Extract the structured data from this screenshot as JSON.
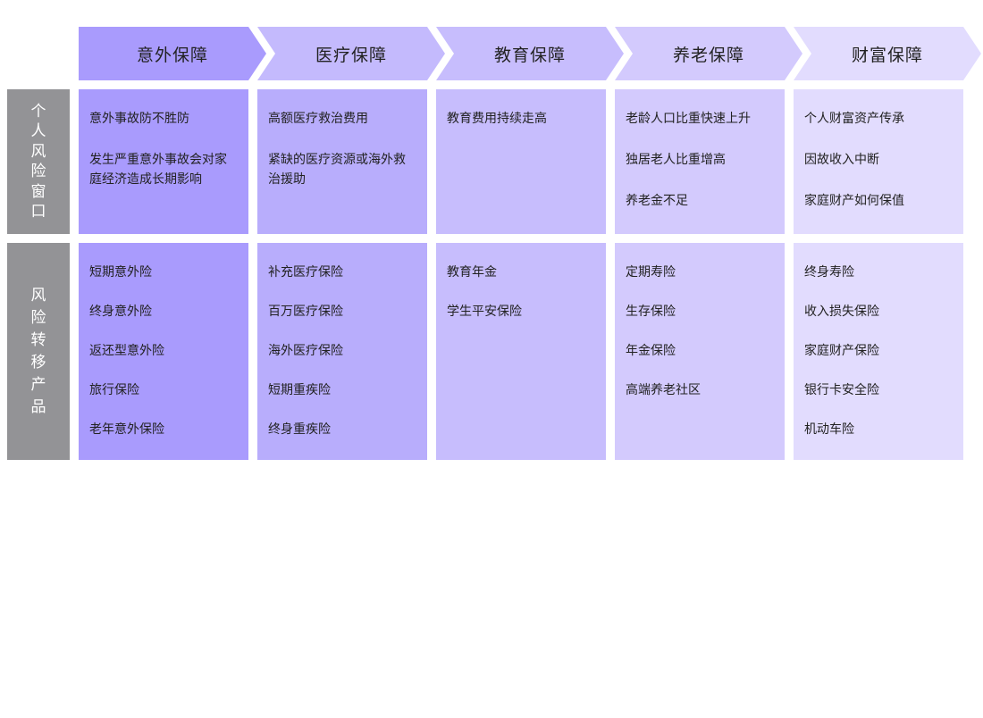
{
  "colors": {
    "col1": "#a99bfd",
    "col2": "#b8adfc",
    "col3": "#c7bdfd",
    "col4": "#d3cafd",
    "col5": "#e2dcfe",
    "label_bg": "#939396"
  },
  "header": {
    "columns": [
      {
        "label": "意外保障"
      },
      {
        "label": "医疗保障"
      },
      {
        "label": "教育保障"
      },
      {
        "label": "养老保障"
      },
      {
        "label": "财富保障"
      }
    ]
  },
  "rows": [
    {
      "label": "个人风险窗口",
      "label_chars": [
        "个",
        "人",
        "风",
        "险",
        "窗",
        "口"
      ],
      "cells": [
        {
          "items": [
            "意外事故防不胜防",
            "发生严重意外事故会对家庭经济造成长期影响"
          ]
        },
        {
          "items": [
            "高额医疗救治费用",
            "紧缺的医疗资源或海外救治援助"
          ]
        },
        {
          "items": [
            "教育费用持续走高"
          ]
        },
        {
          "items": [
            "老龄人口比重快速上升",
            "独居老人比重增高",
            "养老金不足"
          ]
        },
        {
          "items": [
            "个人财富资产传承",
            "因故收入中断",
            "家庭财产如何保值"
          ]
        }
      ]
    },
    {
      "label": "风险转移产品",
      "label_chars": [
        "风",
        "险",
        "转",
        "移",
        "产",
        "品"
      ],
      "cells": [
        {
          "items": [
            "短期意外险",
            "终身意外险",
            "返还型意外险",
            "旅行保险",
            "老年意外保险"
          ]
        },
        {
          "items": [
            "补充医疗保险",
            "百万医疗保险",
            "海外医疗保险",
            "短期重疾险",
            "终身重疾险"
          ]
        },
        {
          "items": [
            "教育年金",
            "学生平安保险"
          ]
        },
        {
          "items": [
            "定期寿险",
            "生存保险",
            "年金保险",
            "高端养老社区"
          ]
        },
        {
          "items": [
            "终身寿险",
            "收入损失保险",
            "家庭财产保险",
            "银行卡安全险",
            "机动车险"
          ]
        }
      ]
    }
  ]
}
